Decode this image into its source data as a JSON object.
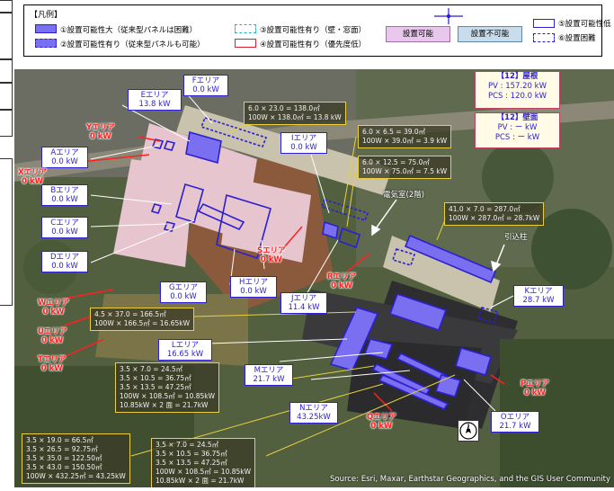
{
  "legend": {
    "title": "【凡例】",
    "items": [
      "①設置可能性大（従来型パネルは困難）",
      "②設置可能性有り（従来型パネルも可能）",
      "③設置可能性有り（壁・窓面）",
      "④設置可能性有り（優先度低）",
      "⑤設置可能性低",
      "⑥設置困難"
    ],
    "pill_can": "設置可能",
    "pill_cannot": "設置不可能",
    "colors": {
      "blue": "#2b1fd0",
      "fill": "#7a6ff0",
      "cyan": "#2bb0c8",
      "red": "#e0202a"
    }
  },
  "map": {
    "areas": [
      {
        "name": "Eエリア",
        "kw": "13.8 kW"
      },
      {
        "name": "Fエリア",
        "kw": "0.0 kW"
      },
      {
        "name": "Aエリア",
        "kw": "0.0 kW"
      },
      {
        "name": "Bエリア",
        "kw": "0.0 kW"
      },
      {
        "name": "Cエリア",
        "kw": "0.0 kW"
      },
      {
        "name": "Dエリア",
        "kw": "0.0 kW"
      },
      {
        "name": "Iエリア",
        "kw": "0.0 kW"
      },
      {
        "name": "Gエリア",
        "kw": "0.0 kW"
      },
      {
        "name": "Hエリア",
        "kw": "0.0 kW"
      },
      {
        "name": "Jエリア",
        "kw": "11.4 kW"
      },
      {
        "name": "Kエリア",
        "kw": "28.7 kW"
      },
      {
        "name": "Lエリア",
        "kw": "16.65 kW"
      },
      {
        "name": "Mエリア",
        "kw": "21.7 kW"
      },
      {
        "name": "Nエリア",
        "kw": "43.25kW"
      },
      {
        "name": "Oエリア",
        "kw": "21.7 kW"
      }
    ],
    "red_labels": [
      {
        "name": "Yエリア",
        "kw": "0 kW"
      },
      {
        "name": "Xエリア",
        "kw": "0 kW"
      },
      {
        "name": "Wエリア",
        "kw": "0 kW"
      },
      {
        "name": "Uエリア",
        "kw": "0 kW"
      },
      {
        "name": "Tエリア",
        "kw": "0 kW"
      },
      {
        "name": "Sエリア",
        "kw": "0 kW"
      },
      {
        "name": "Rエリア",
        "kw": "0 kW"
      },
      {
        "name": "Qエリア",
        "kw": "0 kW"
      },
      {
        "name": "Pエリア",
        "kw": "0 kW"
      }
    ],
    "calc_boxes": [
      [
        "6.0 × 23.0 = 138.0㎡",
        "100W × 138.0㎡ = 13.8 kW"
      ],
      [
        "6.0 × 6.5 = 39.0㎡",
        "100W × 39.0㎡ = 3.9 kW"
      ],
      [
        "6.0 × 12.5 = 75.0㎡",
        "100W × 75.0㎡ = 7.5 kW"
      ],
      [
        "41.0 × 7.0 = 287.0㎡",
        "100W × 287.0㎡ = 28.7kW"
      ],
      [
        "4.5 × 37.0 = 166.5㎡",
        "100W × 166.5㎡ = 16.65kW"
      ],
      [
        "3.5 × 7.0 = 24.5㎡",
        "3.5 × 10.5 = 36.75㎡",
        "3.5 × 13.5 = 47.25㎡",
        "100W × 108.5㎡ = 10.85kW",
        "10.85kW × 2 面 = 21.7kW"
      ],
      [
        "3.5 × 19.0 = 66.5㎡",
        "3.5 × 26.5 = 92.75㎡",
        "3.5 × 35.0 = 122.50㎡",
        "3.5 × 43.0 = 150.50㎡",
        "100W × 432.25㎡ = 43.25kW"
      ],
      [
        "3.5 × 7.0 = 24.5㎡",
        "3.5 × 10.5 = 36.75㎡",
        "3.5 × 13.5 = 47.25㎡",
        "100W × 108.5㎡ = 10.85kW",
        "10.85kW × 2 面 = 21.7kW"
      ]
    ],
    "roof_box": {
      "title": "【12】屋根",
      "pv": "PV : 157.20 kW",
      "pcs": "PCS : 120.0 kW"
    },
    "wall_box": {
      "title": "【12】壁面",
      "pv": "PV : ー kW",
      "pcs": "PCS : ー kW"
    },
    "denki": "電気室(2階)",
    "hikikomi": "引込柱",
    "source": "Source: Esri, Maxar, Earthstar Geographics, and the GIS User Community"
  }
}
